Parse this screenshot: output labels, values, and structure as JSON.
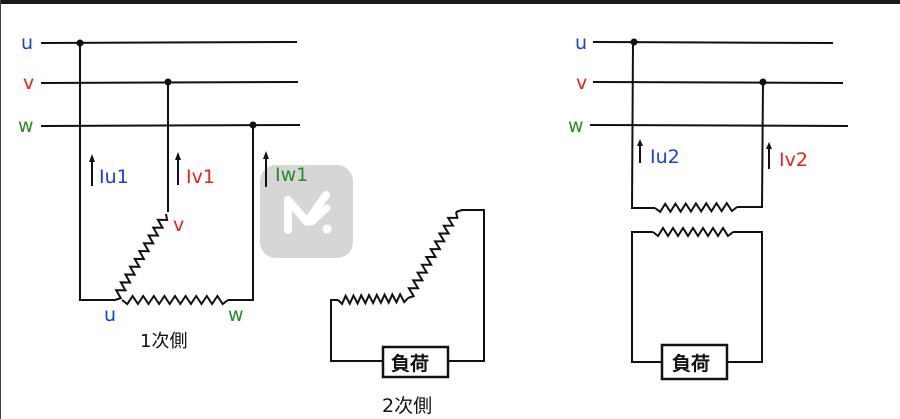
{
  "colors": {
    "u": "#1a3fe0",
    "v": "#e8231f",
    "w": "#2a8a2a",
    "line": "#111111"
  },
  "primary_diagram": {
    "bus_labels": {
      "u": "u",
      "v": "v",
      "w": "w"
    },
    "currents": {
      "u": "Iu1",
      "v": "Iv1",
      "w": "Iw1"
    },
    "terminals": {
      "u": "u",
      "v": "v",
      "w": "w"
    },
    "caption": "1次側"
  },
  "secondary_diagram": {
    "load_label": "負荷",
    "caption": "2次側"
  },
  "single_phase_diagram": {
    "bus_labels": {
      "u": "u",
      "v": "v",
      "w": "w"
    },
    "currents": {
      "u": "Iu2",
      "v": "Iv2"
    },
    "load_label": "負荷"
  },
  "watermark": {
    "icon": "m-logo-icon"
  }
}
